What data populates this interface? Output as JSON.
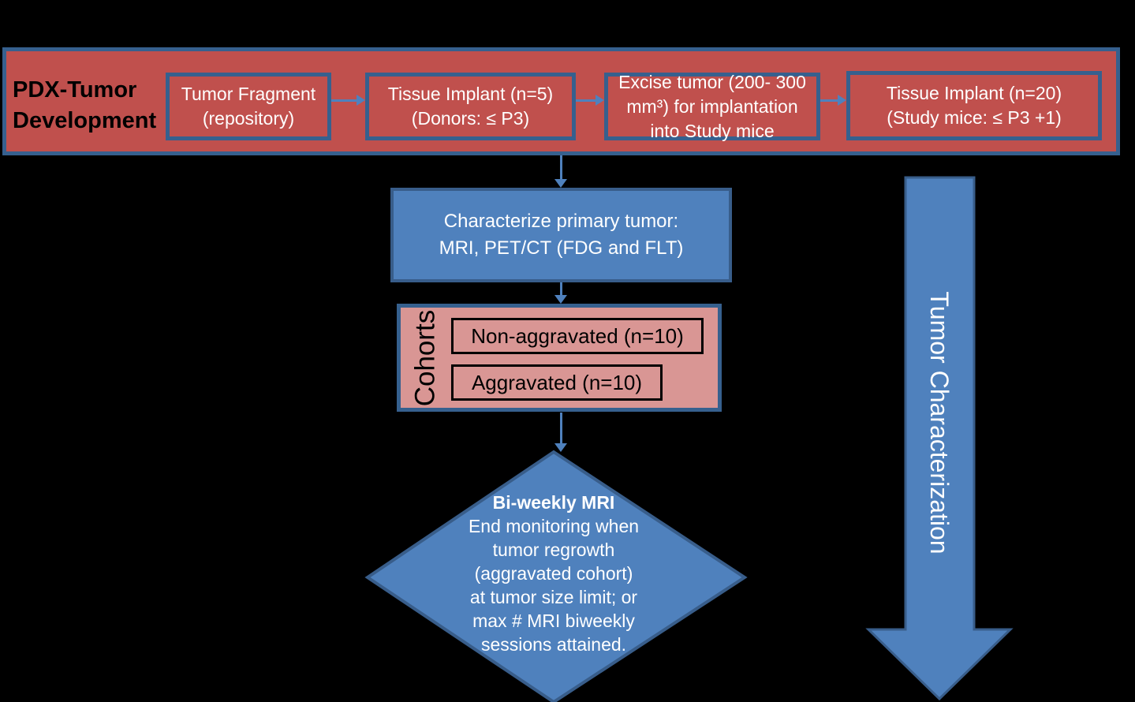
{
  "colors": {
    "background": "#000000",
    "red_fill": "#C0504D",
    "pink_fill": "#D99694",
    "blue_fill": "#4F81BD",
    "frame_border_blue": "#36608E",
    "shape_border_blue": "#385D8A",
    "connector_blue": "#4F81BD",
    "text_light": "#FFFFFF",
    "text_dark": "#000000"
  },
  "banner": {
    "title_lines": [
      "PDX-Tumor",
      "Development"
    ],
    "boxes": [
      {
        "lines": [
          "Tumor Fragment",
          "(repository)"
        ]
      },
      {
        "lines": [
          "Tissue Implant (n=5)",
          "(Donors: ≤ P3)"
        ]
      },
      {
        "lines": [
          "Excise tumor (200- 300",
          "mm³) for implantation",
          "into Study mice"
        ]
      },
      {
        "lines": [
          "Tissue Implant (n=20)",
          "(Study mice: ≤ P3 +1)"
        ]
      }
    ]
  },
  "characterize_box": {
    "lines": [
      "Characterize primary tumor:",
      "MRI, PET/CT (FDG and FLT)"
    ]
  },
  "cohorts": {
    "label": "Cohorts",
    "items": [
      "Non-aggravated (n=10)",
      "Aggravated (n=10)"
    ]
  },
  "decision_diamond": {
    "title": "Bi-weekly MRI",
    "lines": [
      "End monitoring when",
      "tumor regrowth",
      "(aggravated cohort)",
      "at tumor size limit; or",
      "max # MRI biweekly",
      "sessions attained."
    ]
  },
  "side_arrow": {
    "label": "Tumor Characterization"
  }
}
